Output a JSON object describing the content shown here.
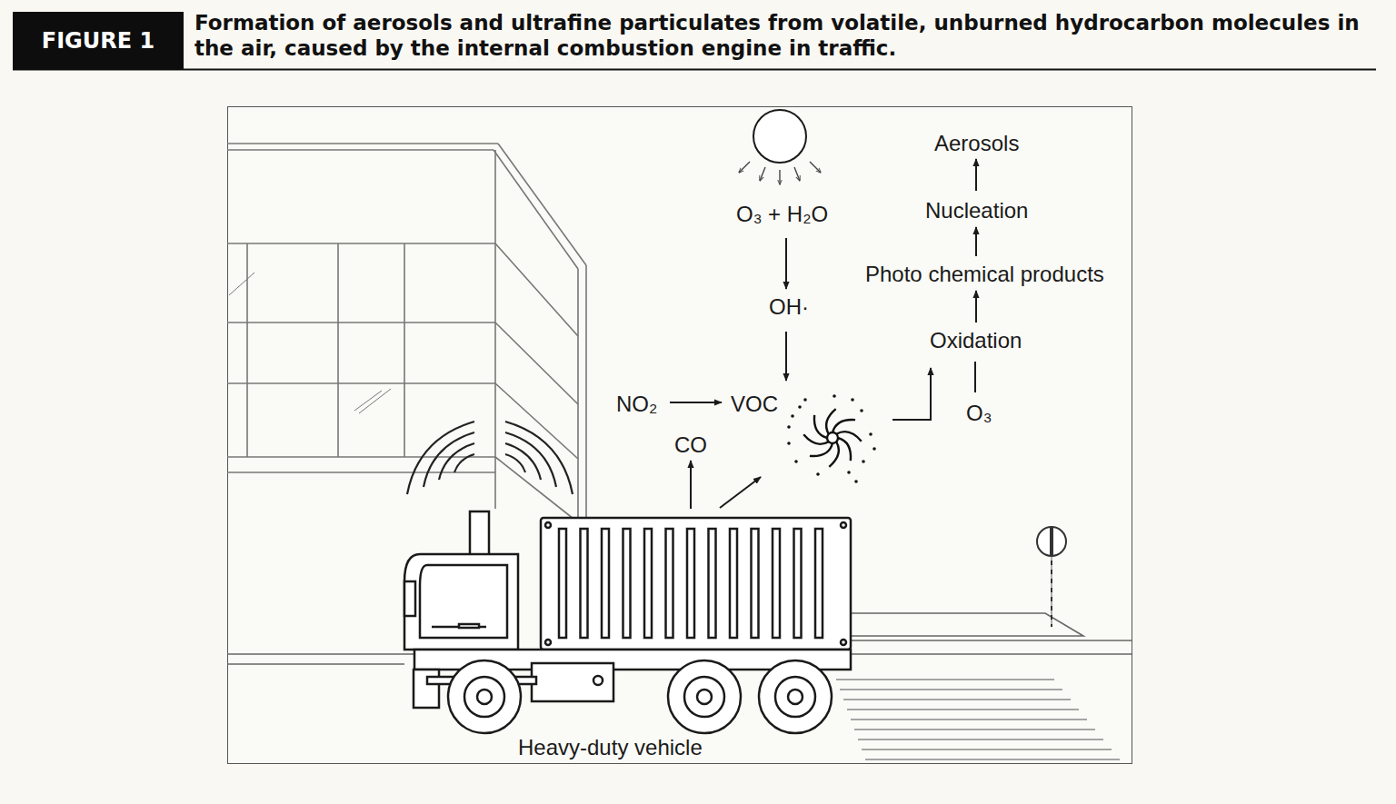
{
  "diagram": {
    "title": "Formation of aerosols and ultrafine particulates from volatile, unburned hydrocarbon molecules in the air, caused by the internal combustion engine in traffic.",
    "nodes": [
      {
        "text": [
          "FIGURE 1"
        ]
      }
    ],
    "labels": [
      "Aerosols",
      "Nucleation",
      "Photo chemical products",
      "Oxidation",
      "O₃",
      "O₃ + H₂O",
      "OH·",
      "NO₂",
      "VOC",
      "CO",
      "Heavy-duty vehicle"
    ]
  }
}
